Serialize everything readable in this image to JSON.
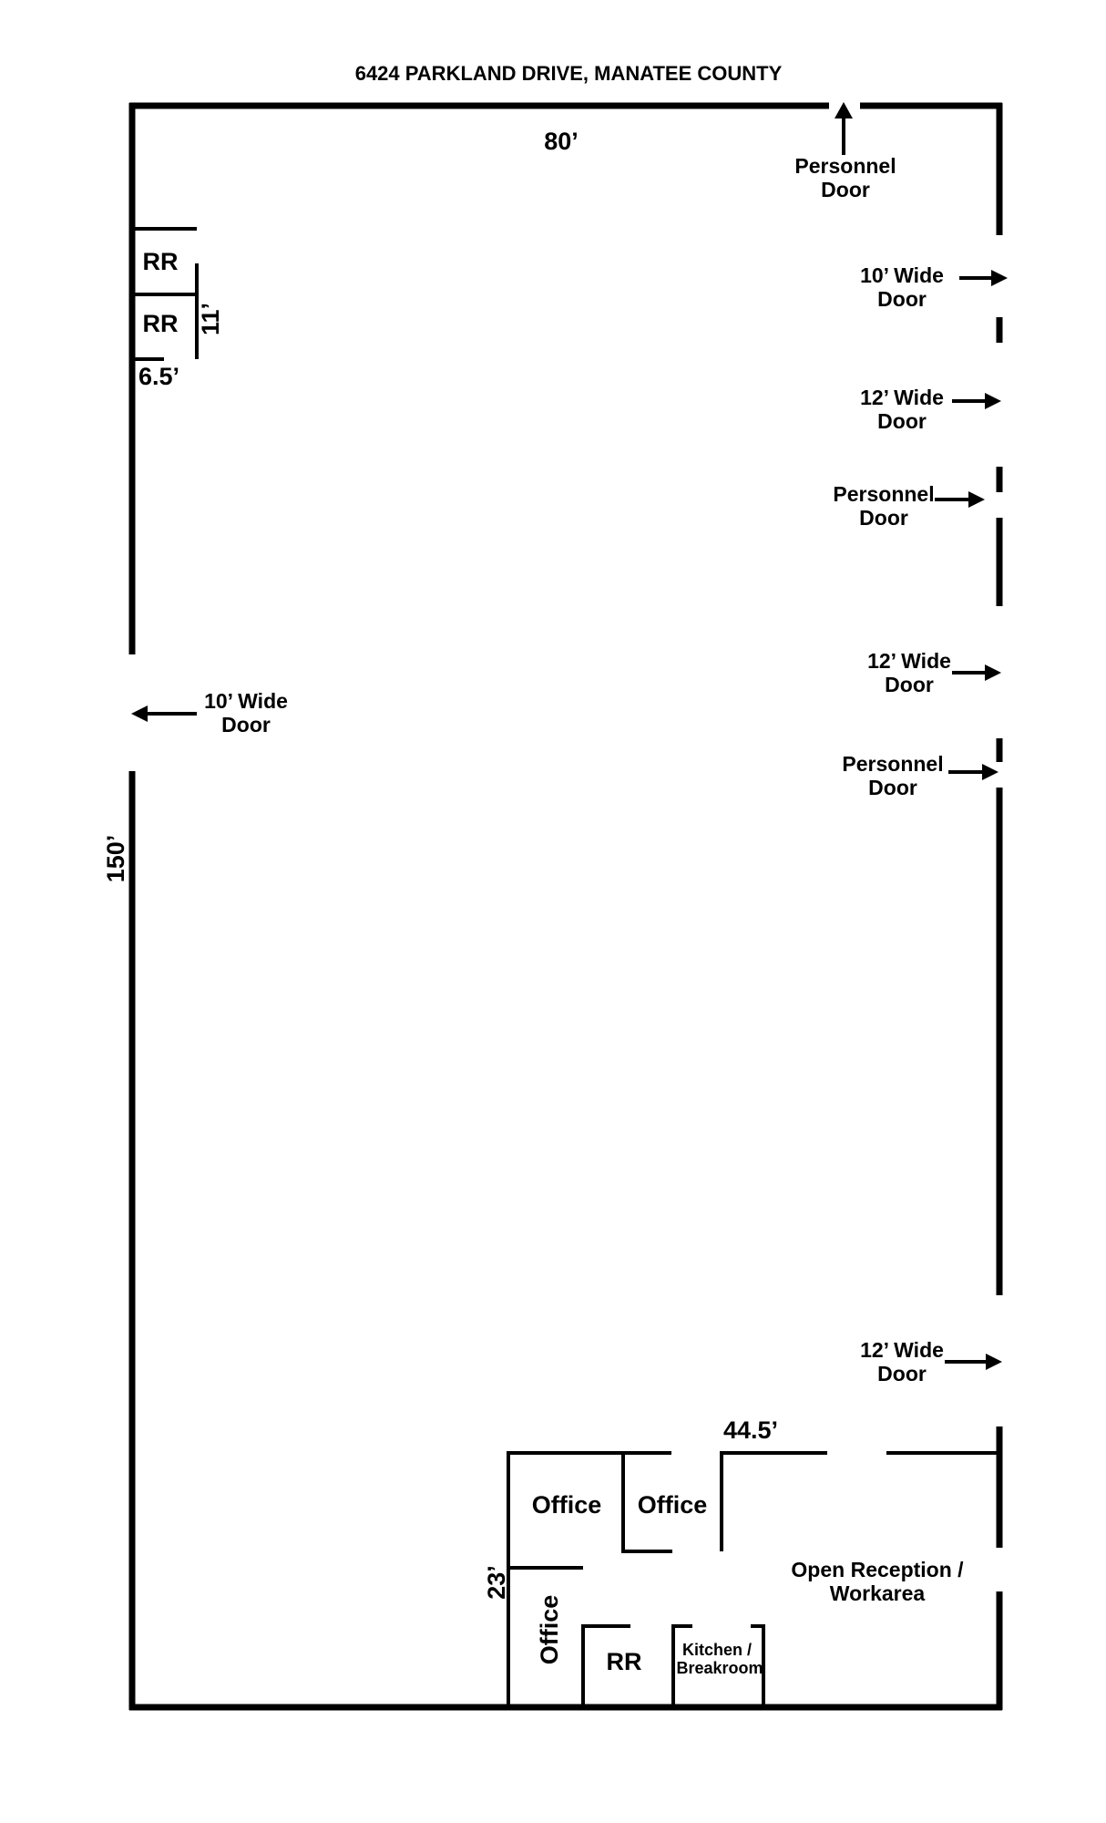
{
  "title": "6424 PARKLAND DRIVE, MANATEE COUNTY",
  "dimensions": {
    "width": "80’",
    "length": "150’",
    "restroom_width": "6.5’",
    "restroom_depth": "11’",
    "office_width": "44.5’",
    "office_depth": "23’"
  },
  "doors": {
    "personnel_top": [
      "Personnel",
      "Door"
    ],
    "right_10ft": [
      "10’ Wide",
      "Door"
    ],
    "right_12ft_a": [
      "12’ Wide",
      "Door"
    ],
    "personnel_right_a": [
      "Personnel",
      "Door"
    ],
    "right_12ft_b": [
      "12’ Wide",
      "Door"
    ],
    "personnel_right_b": [
      "Personnel",
      "Door"
    ],
    "right_12ft_c": [
      "12’ Wide",
      "Door"
    ],
    "left_10ft": [
      "10’ Wide",
      "Door"
    ]
  },
  "rooms": {
    "rr_upper": "RR",
    "rr_lower": "RR",
    "office_1": "Office",
    "office_2": "Office",
    "office_3": "Office",
    "rr_bottom": "RR",
    "kitchen": [
      "Kitchen /",
      "Breakroom"
    ],
    "reception": [
      "Open Reception /",
      "Workarea"
    ]
  }
}
